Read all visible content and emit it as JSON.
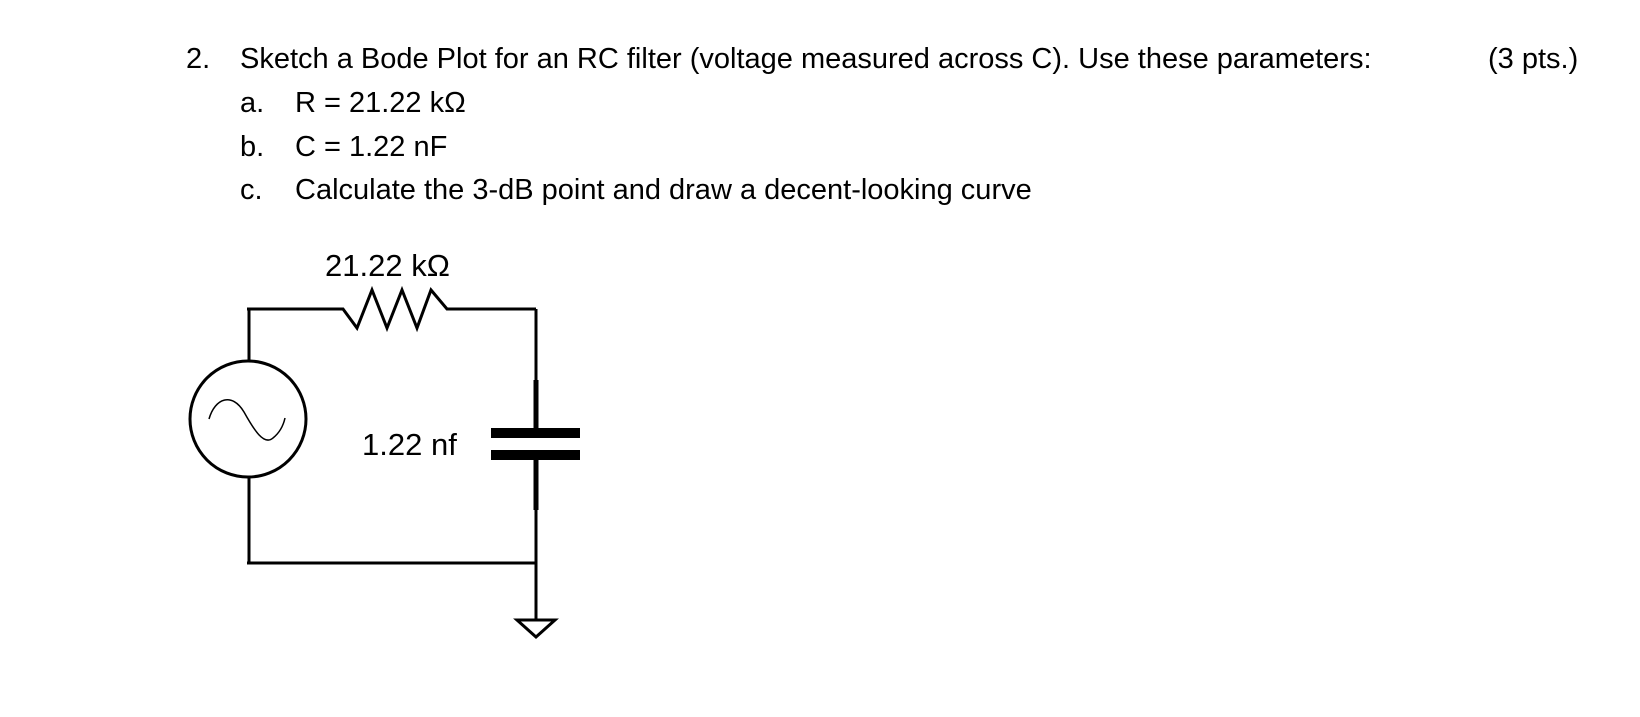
{
  "question": {
    "number": "2.",
    "prompt": "Sketch a Bode Plot for an RC filter (voltage measured across C). Use these parameters:",
    "points": "(3 pts.)",
    "items": [
      {
        "marker": "a.",
        "text": "R = 21.22 kΩ"
      },
      {
        "marker": "b.",
        "text": "C = 1.22 nF"
      },
      {
        "marker": "c.",
        "text": "Calculate the 3-dB point and draw a decent-looking curve"
      }
    ]
  },
  "circuit": {
    "resistor_label": "21.22 kΩ",
    "capacitor_label": "1.22 nf",
    "source_icon": "ac-voltage-source-icon",
    "ground_icon": "ground-icon",
    "stroke_color": "#000000"
  }
}
